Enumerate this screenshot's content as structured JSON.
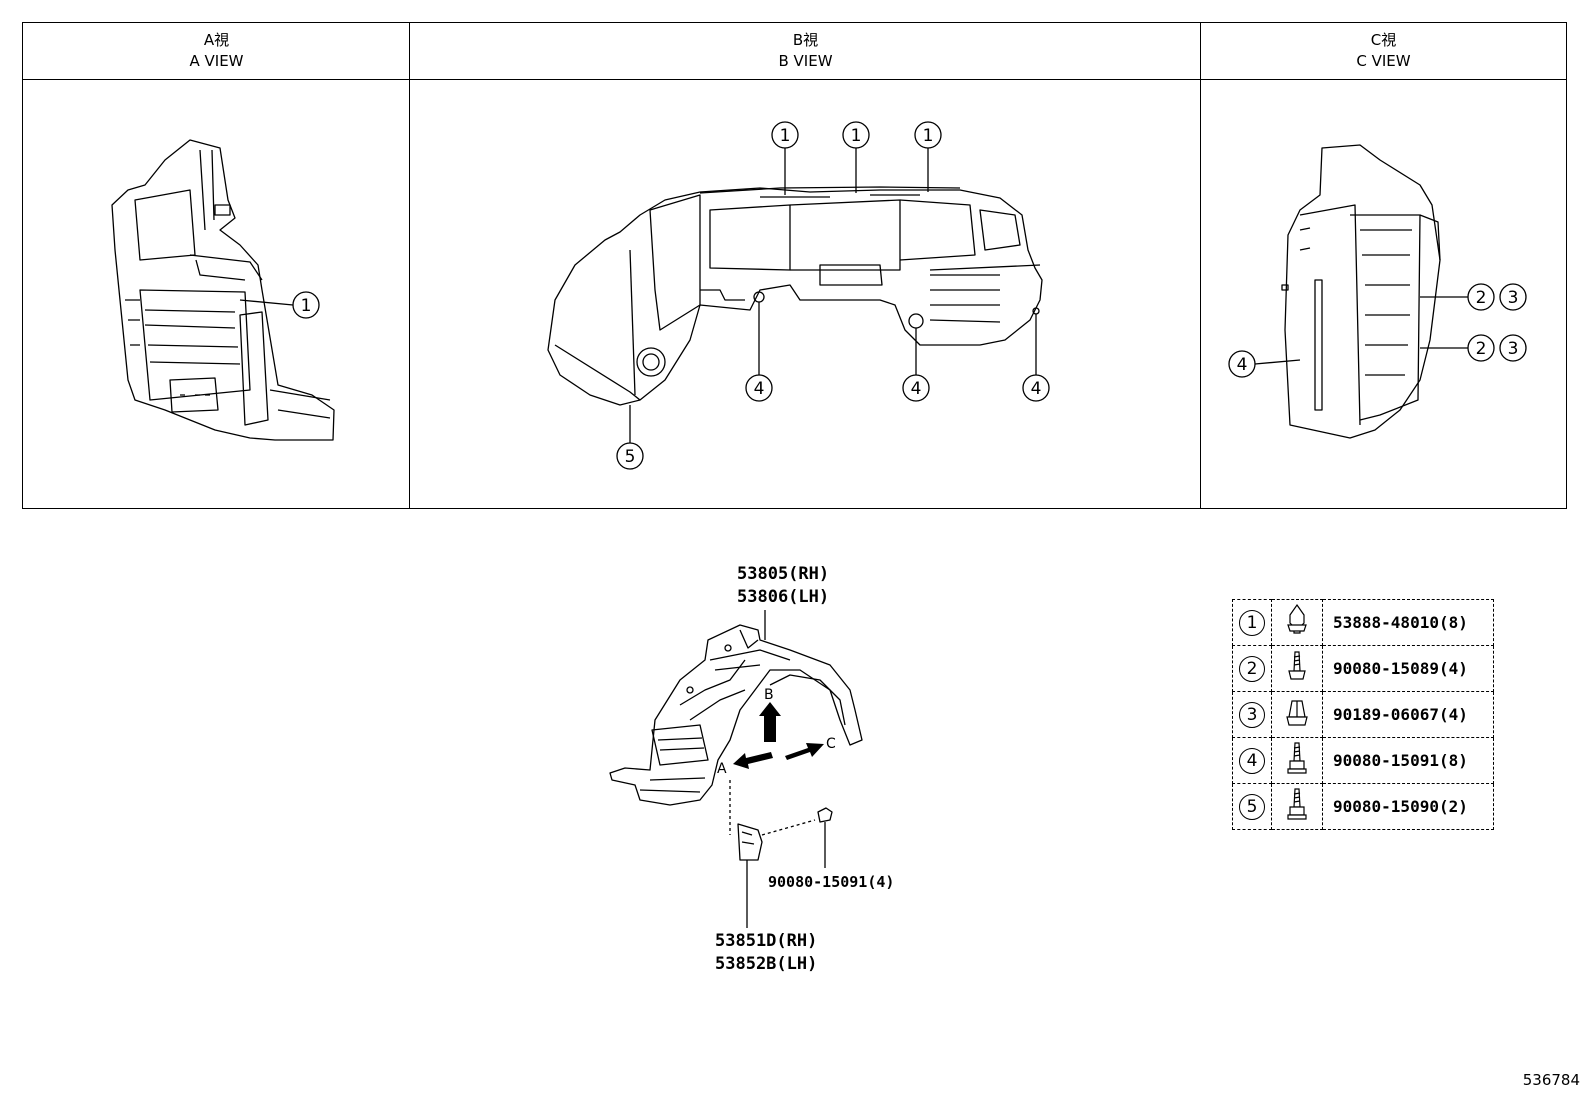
{
  "views": [
    {
      "jp": "A視",
      "en": "A VIEW"
    },
    {
      "jp": "B視",
      "en": "B VIEW"
    },
    {
      "jp": "C視",
      "en": "C VIEW"
    }
  ],
  "callouts": {
    "a_view": [
      "1"
    ],
    "b_view": [
      "1",
      "1",
      "1",
      "4",
      "4",
      "4",
      "5"
    ],
    "c_view": [
      "2",
      "3",
      "2",
      "3",
      "4"
    ]
  },
  "main_labels": {
    "liner_rh": "53805(RH)",
    "liner_lh": "53806(LH)",
    "bolt": "90080-15091(4)",
    "splash_rh": "53851D(RH)",
    "splash_lh": "53852B(LH)",
    "arrow_a": "A",
    "arrow_b": "B",
    "arrow_c": "C"
  },
  "parts_table": [
    {
      "no": "1",
      "icon": "clip-icon",
      "part": "53888-48010(8)"
    },
    {
      "no": "2",
      "icon": "screw-icon",
      "part": "90080-15089(4)"
    },
    {
      "no": "3",
      "icon": "nut-icon",
      "part": "90189-06067(4)"
    },
    {
      "no": "4",
      "icon": "screw-icon",
      "part": "90080-15091(8)"
    },
    {
      "no": "5",
      "icon": "screw-icon",
      "part": "90080-15090(2)"
    }
  ],
  "reference_number": "536784"
}
